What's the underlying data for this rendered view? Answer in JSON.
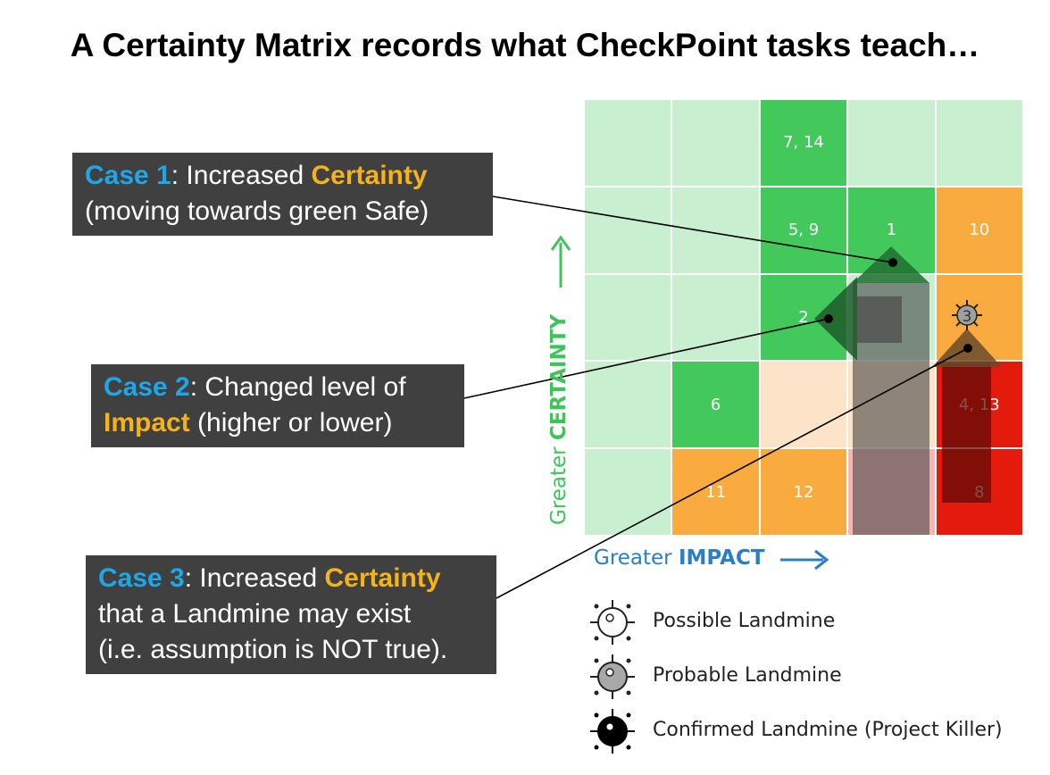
{
  "title": "A Certainty Matrix records what CheckPoint tasks teach…",
  "colors": {
    "light_green": "#c8efd0",
    "green": "#43c85c",
    "orange": "#f9ab40",
    "peach": "#fde3c7",
    "pink": "#f9b5b0",
    "red": "#e41a0c"
  },
  "matrix": {
    "rows": [
      [
        {
          "label": "",
          "color": "light_green"
        },
        {
          "label": "",
          "color": "light_green"
        },
        {
          "label": "7, 14",
          "color": "green"
        },
        {
          "label": "",
          "color": "light_green"
        },
        {
          "label": "",
          "color": "light_green"
        }
      ],
      [
        {
          "label": "",
          "color": "light_green"
        },
        {
          "label": "",
          "color": "light_green"
        },
        {
          "label": "5, 9",
          "color": "green"
        },
        {
          "label": "1",
          "color": "green"
        },
        {
          "label": "10",
          "color": "orange"
        }
      ],
      [
        {
          "label": "",
          "color": "light_green"
        },
        {
          "label": "",
          "color": "light_green"
        },
        {
          "label": "2",
          "color": "green"
        },
        {
          "label": "",
          "color": "light_green"
        },
        {
          "label": "",
          "color": "orange"
        }
      ],
      [
        {
          "label": "",
          "color": "light_green"
        },
        {
          "label": "6",
          "color": "green"
        },
        {
          "label": "",
          "color": "peach"
        },
        {
          "label": "",
          "color": "peach"
        },
        {
          "label": "4, 13",
          "color": "red"
        }
      ],
      [
        {
          "label": "",
          "color": "light_green"
        },
        {
          "label": "11",
          "color": "orange"
        },
        {
          "label": "12",
          "color": "orange"
        },
        {
          "label": "",
          "color": "pink"
        },
        {
          "label": "8",
          "color": "red"
        }
      ]
    ],
    "mine_label": "3"
  },
  "axis": {
    "x_prefix": "Greater ",
    "x_bold": "IMPACT",
    "y_prefix": "Greater ",
    "y_bold": "CERTAINTY"
  },
  "cases": [
    {
      "name": "Case 1",
      "parts": [
        ": Increased ",
        "Certainty",
        "(moving towards green Safe)"
      ]
    },
    {
      "name": "Case 2",
      "parts": [
        ": Changed level of",
        "Impact",
        " (higher or lower)"
      ]
    },
    {
      "name": "Case 3",
      "parts": [
        ": Increased ",
        "Certainty",
        "that a Landmine may exist",
        "(i.e. assumption is NOT true)."
      ]
    }
  ],
  "legend": [
    {
      "label": "Possible Landmine",
      "icon": "possible-landmine-icon"
    },
    {
      "label": "Probable Landmine",
      "icon": "probable-landmine-icon"
    },
    {
      "label": "Confirmed Landmine (Project Killer)",
      "icon": "confirmed-landmine-icon"
    }
  ]
}
